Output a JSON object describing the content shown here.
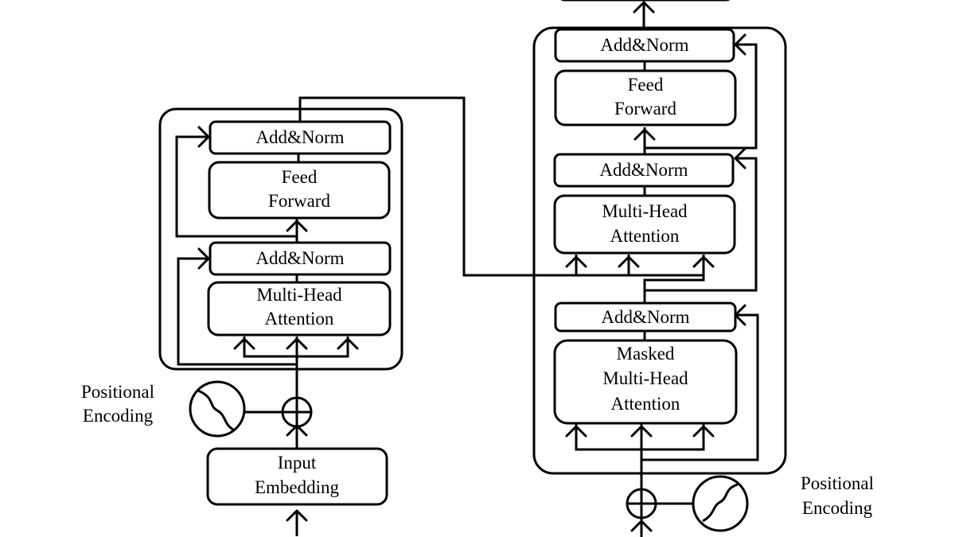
{
  "encoder": {
    "add_norm_top": "Add&Norm",
    "feed_forward": [
      "Feed",
      "Forward"
    ],
    "add_norm_bottom": "Add&Norm",
    "attention": [
      "Multi-Head",
      "Attention"
    ],
    "positional_encoding": [
      "Positional",
      "Encoding"
    ],
    "input_embedding": [
      "Input",
      "Embedding"
    ]
  },
  "decoder": {
    "add_norm_top": "Add&Norm",
    "feed_forward": [
      "Feed",
      "Forward"
    ],
    "add_norm_middle": "Add&Norm",
    "cross_attention": [
      "Multi-Head",
      "Attention"
    ],
    "add_norm_bottom": "Add&Norm",
    "masked_attention": [
      "Masked",
      "Multi-Head",
      "Attention"
    ],
    "positional_encoding": [
      "Positional",
      "Encoding"
    ]
  }
}
